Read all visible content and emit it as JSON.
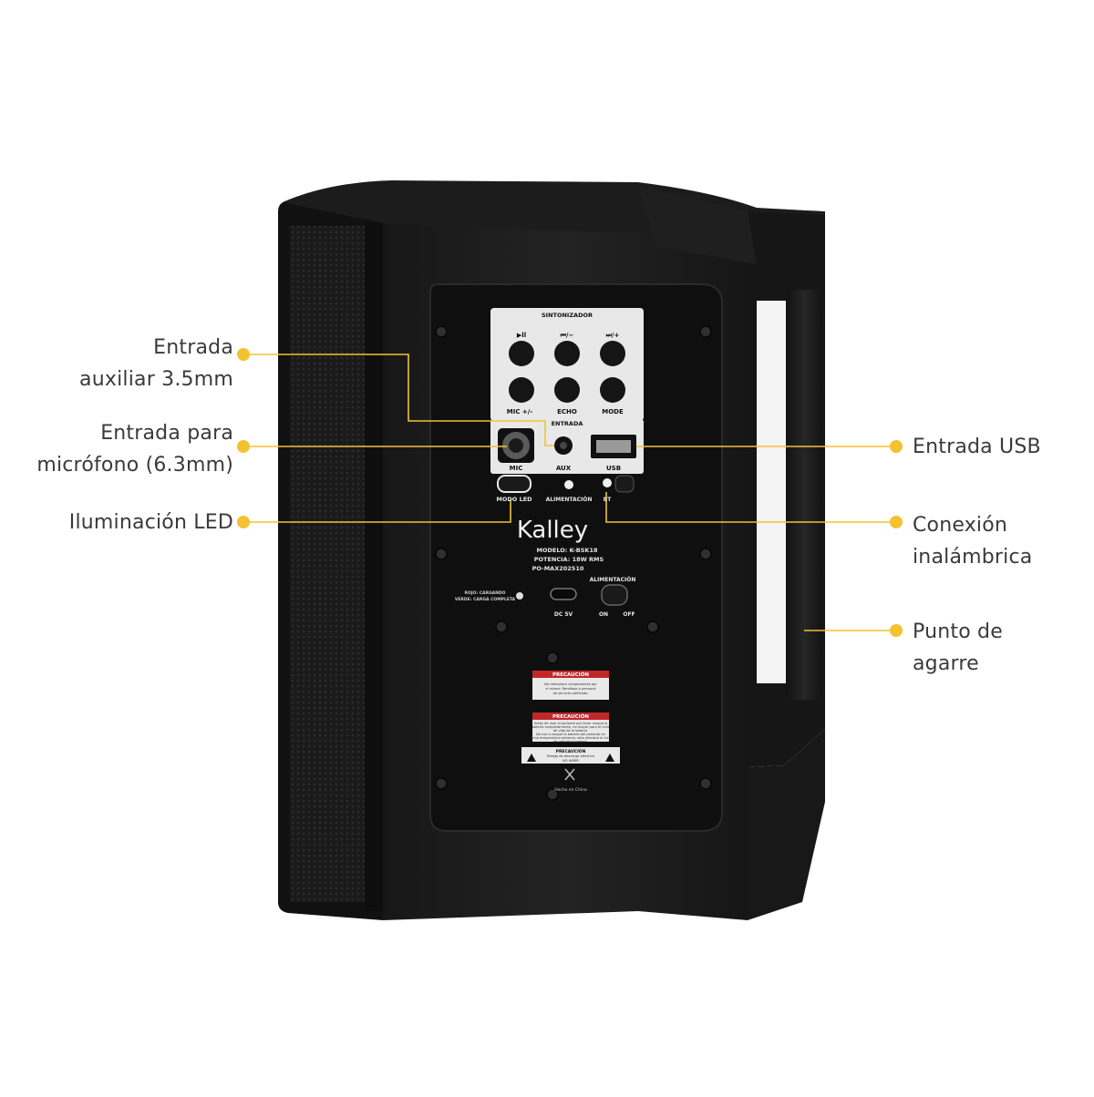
{
  "colors": {
    "background": "#ffffff",
    "speaker_body": "#1e1e1e",
    "panel": "#141414",
    "panel_label": "#e6e6e6",
    "callout_dot": "#f2c230",
    "callout_line": "#f2c230",
    "callout_text": "#3a3a3a",
    "warning_red": "#c0282c"
  },
  "callouts": {
    "aux_input": [
      "Entrada",
      "auxiliar 3.5mm"
    ],
    "mic_input": [
      "Entrada para",
      "micrófono (6.3mm)"
    ],
    "led_lighting": [
      "Iluminación LED"
    ],
    "usb_input": [
      "Entrada USB"
    ],
    "wireless": [
      "Conexión",
      "inalámbrica"
    ],
    "grip": [
      "Punto de",
      "agarre"
    ]
  },
  "panel": {
    "tuner_header": "SINTONIZADOR",
    "button_labels_top": [
      "▶ll",
      "⏮/−",
      "⏭/+"
    ],
    "button_labels_bottom": [
      "MIC +/-",
      "ECHO",
      "MODE"
    ],
    "input_header": "ENTRADA",
    "jack_labels": [
      "MIC",
      "AUX",
      "USB"
    ],
    "led_mode": "MODO LED",
    "power_indicator": "ALIMENTACIÓN",
    "bt": "BT",
    "brand": "Kalley",
    "model_info": [
      "MODELO: K-BSK18",
      "POTENCIA: 18W RMS",
      "PO-MAX202510"
    ],
    "charge_legend": [
      "ROJO: CARGANDO",
      "VERDE: CARGA COMPLETA"
    ],
    "dc_label": "DC 5V",
    "power_label": "ALIMENTACIÓN",
    "power_on": "ON",
    "power_off": "OFF",
    "caution_title": "PRECAUCIÓN",
    "caution_1": [
      "No reemplace componentes por",
      "sí mismo. Remítase a personal",
      "de servicio calificado."
    ],
    "caution_2": [
      "Antes de usar el parlante por favor cargue la",
      "batería completamente, no mayor para el ciclo",
      "de vida de la batería.",
      "No use o cargue la batería del parlante en",
      "clima temperatura extremo, esto afectará el ciclo",
      "de vida de la batería."
    ],
    "caution_3": [
      "Riesgo de descarga eléctrica",
      "NO ABRIR"
    ],
    "made_in": "Hecho en China"
  }
}
